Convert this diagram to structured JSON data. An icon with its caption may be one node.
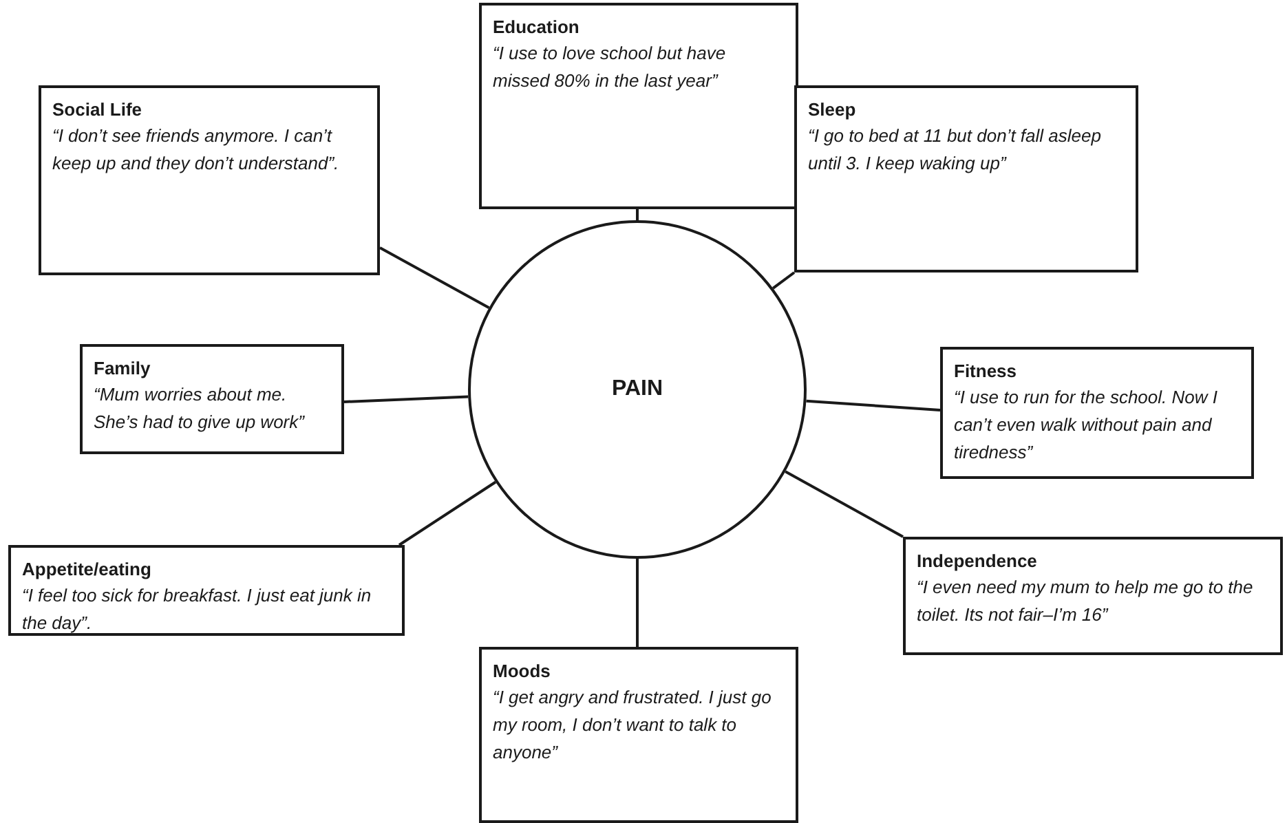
{
  "diagram": {
    "nodes": [
      {
        "text": [
          "Education",
          "“I use to love school but have missed 80% in the last year”"
        ]
      },
      {
        "text": [
          "Social Life",
          "“I don’t see friends anymore. I can’t keep up and they don’t understand”."
        ]
      },
      {
        "text": [
          "Sleep",
          "“I go to bed at 11 but don’t fall asleep until 3. I keep waking up”"
        ]
      },
      {
        "text": [
          "Family",
          "“Mum worries about me. She’s had to give up work”"
        ]
      },
      {
        "text": [
          "PAIN"
        ]
      },
      {
        "text": [
          "Fitness",
          "“I use to run for the school. Now I can’t even walk without pain and tiredness”"
        ]
      },
      {
        "text": [
          "Appetite/eating",
          "“I feel too sick for breakfast. I just eat junk in the day”."
        ]
      },
      {
        "text": [
          "Independence",
          "“I even need my mum to help me go to the toilet. Its not fair–I’m 16”"
        ]
      },
      {
        "text": [
          "Moods",
          "“I get angry and frustrated. I just go my room, I don’t want to talk to anyone”"
        ]
      }
    ],
    "edges": [
      {
        "from": 4,
        "to": 0,
        "arrow": "none"
      },
      {
        "from": 4,
        "to": 1,
        "arrow": "none"
      },
      {
        "from": 4,
        "to": 2,
        "arrow": "none"
      },
      {
        "from": 4,
        "to": 3,
        "arrow": "none"
      },
      {
        "from": 4,
        "to": 5,
        "arrow": "none"
      },
      {
        "from": 4,
        "to": 6,
        "arrow": "none"
      },
      {
        "from": 4,
        "to": 7,
        "arrow": "none"
      },
      {
        "from": 4,
        "to": 8,
        "arrow": "none"
      }
    ]
  }
}
